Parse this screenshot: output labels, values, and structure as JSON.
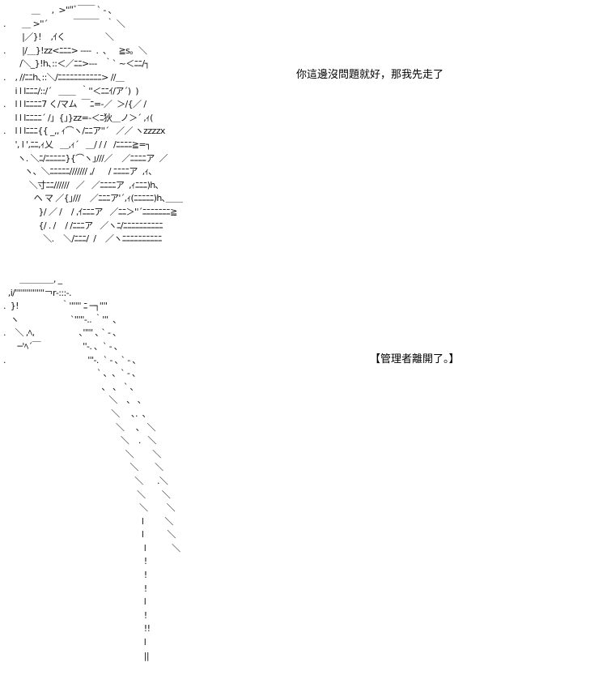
{
  "art": {
    "top_lines": [
      "            ＿     ,  >''\"ﾞ￣￣ ` ‐ ､",
      ".       ＿ >''´           ￣￣￣   ｀ ＼",
      "        |／}!    ,ｲく                 ＼",
      ".       |/＿}!zz<ﾆﾆﾆ> ----  .  ､     ≧s｡  ＼",
      "       /＼_}!h､::＜／ﾆﾆ>---   ｀` ~＜ﾆﾆ/┐",
      ".    , //ﾆﾆh､::＼/ﾆﾆﾆﾆﾆﾆﾆﾆﾆﾆﾆ> //＿",
      "     i l lﾆﾆﾆ/::/´   ＿＿  ｀''＜ﾆﾆｲ/ア´)  )",
      ".    l l lﾆﾆﾆﾆ7 く/マム  ￣ﾆ=-／  ＞/{／ /",
      "     l l lﾆﾆﾆﾆ´ /」{」}zz=-＜ﾆ狄＿ノ＞´ ,ｨ(",
      ".    l l lﾆﾆﾆ{{ _,, ｨ⌒ヽ/ﾆﾆア''´   ／／ ヽzzzzx",
      "     ', l ',ﾆﾆ,ｨ乂   ＿,ｨ´   ＿/ / /   /ﾆﾆﾆﾆ≧=┐",
      "      ヽ. ＼ﾆ/ﾆﾆﾆﾆﾆ}{⌒ヽ｣///／    ／ﾆﾆﾆﾆア  ／",
      "         ヽ、＼ﾆﾆﾆﾆﾆ/////// ,/      / ﾆﾆﾆﾆア  ,ｨ､",
      "           ＼寸ﾆﾆ//////   ／   ／ﾆﾆﾆﾆア  ,ｨﾆﾆﾆ)h､",
      "             ヘ マ ／{｣///    ／ﾆﾆﾆア'´,ｨ(ﾆﾆﾆﾆﾆ)h､＿＿",
      "               }/ ／ /    / ,ｲﾆﾆﾆア   ／ﾆﾆ＞''´ﾆﾆﾆﾆﾆﾆﾆ≧",
      "               {/ . /    / /ﾆﾆﾆア   ／ヽﾆ/ﾆﾆﾆﾆﾆﾆﾆﾆﾆﾆ",
      "                 ＼.    ＼/ﾆﾆﾆ/  /    ／ヽﾆﾆﾆﾆﾆﾆﾆﾆﾆﾆ"
    ],
    "bottom_lines": [
      "       ＿＿＿＿, _",
      "  ,i/'''''''''''''''￢r‐:::-.",
      ".  }!                  ｀'''''' ﾆ ─┐''''",
      "   ヽ                      `'''''-.. ｀'''  ､",
      ".    ＼ ,ﾍ,                   ､''''' ､ ` ‐ ､",
      "      ─'ﾍ´￣                  ''-. ､  ` ‐ ､",
      ".                                   '''-.  ` ‐ ､ ` ‐ ､",
      "                                        ` ､  ､  ` ‐ ､",
      "                                          ､   ､   ` ､",
      "                                             ＼    ､   ､",
      "                                              ＼     ､.  ､",
      "                                                ＼     ､   ＼",
      "                                                  ＼    .   ＼",
      "                                                    ＼        ＼",
      "                                                      ＼       ＼",
      "                                                        ＼      .＼",
      "                                                         ＼       ＼",
      "                                                          ＼        ＼",
      "                                                           l         ＼",
      "                                                           l          ＼",
      "                                                            l           ＼",
      "                                                            !",
      "                                                            !",
      "                                                            !",
      "                                                            l",
      "                                                            !",
      "                                                            !!",
      "                                                            l",
      "                                                            ||"
    ]
  },
  "dialogue": {
    "line1": "你這邊沒問題就好，那我先走了"
  },
  "system": {
    "message": "【管理者離開了。】"
  }
}
